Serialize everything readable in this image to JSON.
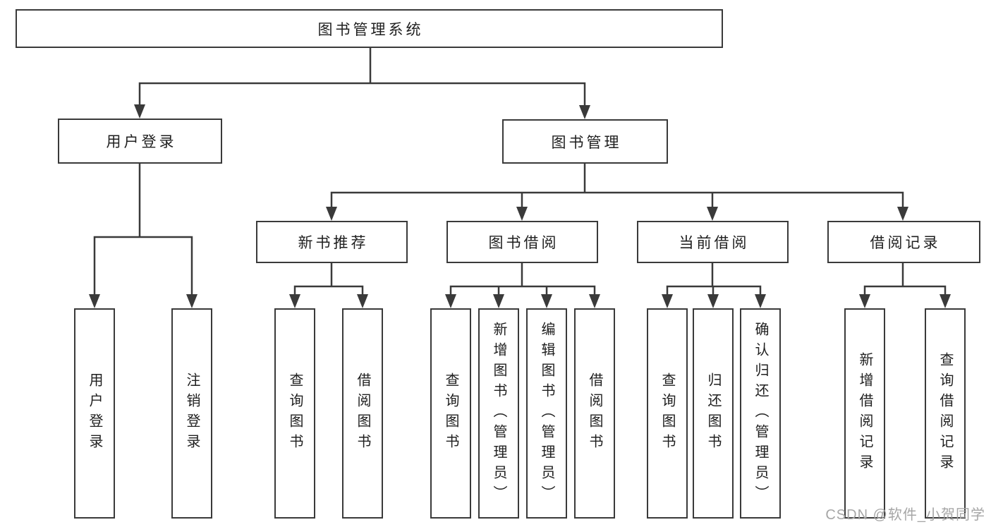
{
  "diagram_type": "hierarchy-tree",
  "colors": {
    "line": "#3a3a3a",
    "text": "#1f1f1f",
    "watermark": "#a6a6a6",
    "background": "#ffffff"
  },
  "watermark": "CSDN @软件_小贺同学",
  "tree": {
    "label": "图书管理系统",
    "children": [
      {
        "label": "用户登录",
        "children": [
          {
            "label": "用户登录"
          },
          {
            "label": "注销登录"
          }
        ]
      },
      {
        "label": "图书管理",
        "children": [
          {
            "label": "新书推荐",
            "children": [
              {
                "label": "查询图书"
              },
              {
                "label": "借阅图书"
              }
            ]
          },
          {
            "label": "图书借阅",
            "children": [
              {
                "label": "查询图书"
              },
              {
                "label": "新增图书（管理员）"
              },
              {
                "label": "编辑图书（管理员）"
              },
              {
                "label": "借阅图书"
              }
            ]
          },
          {
            "label": "当前借阅",
            "children": [
              {
                "label": "查询图书"
              },
              {
                "label": "归还图书"
              },
              {
                "label": "确认归还（管理员）"
              }
            ]
          },
          {
            "label": "借阅记录",
            "children": [
              {
                "label": "新增借阅记录"
              },
              {
                "label": "查询借阅记录"
              }
            ]
          }
        ]
      }
    ]
  }
}
